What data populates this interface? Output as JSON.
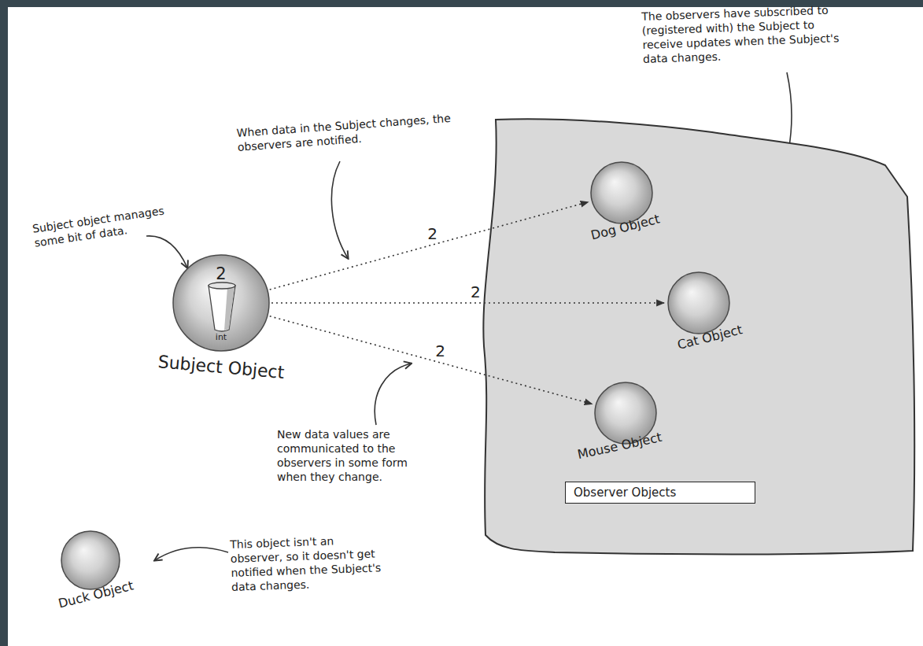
{
  "diagram": {
    "nodes": [
      {
        "text": [
          "2",
          "int",
          "Subject Object"
        ]
      },
      {
        "text": [
          "Observer Objects"
        ]
      },
      {
        "text": [
          "Dog Object"
        ],
        "in": 1
      },
      {
        "text": [
          "Cat Object"
        ],
        "in": 1
      },
      {
        "text": [
          "Mouse Object"
        ],
        "in": 1
      },
      {
        "text": [
          "Duck Object"
        ]
      }
    ],
    "edges": [
      {
        "from": 0,
        "to": 2,
        "arrow": "to",
        "label": "2"
      },
      {
        "from": 0,
        "to": 3,
        "arrow": "to",
        "label": "2"
      },
      {
        "from": 0,
        "to": 4,
        "arrow": "to",
        "label": "2"
      }
    ],
    "labels": [
      "The observers have subscribed to (registered with) the Subject to receive updates when the Subject's data changes.",
      "When data in the Subject changes, the observers are notified.",
      "Subject object manages some bit of data.",
      "New data values are communicated to the observers in some form when they change.",
      "This object isn't an observer, so it doesn't get notified when the Subject's data changes."
    ]
  }
}
